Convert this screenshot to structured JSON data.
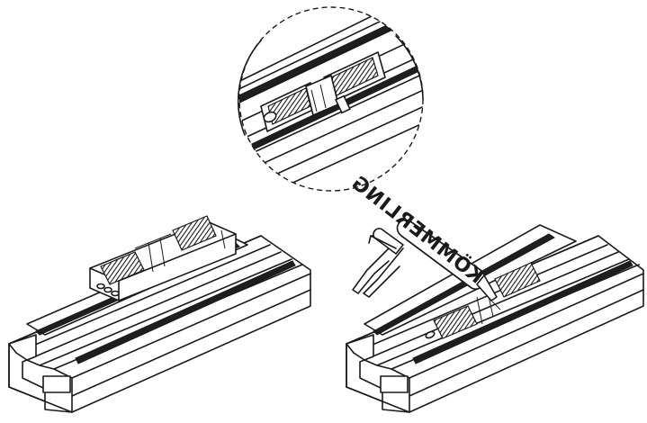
{
  "tube": {
    "brand_label": "KÖMMERLING"
  },
  "colors": {
    "line": "#1a1a1a",
    "background": "#ffffff",
    "seal": "#1e1e1e"
  },
  "icons": [
    "detail-magnifier-circle",
    "window-profile-with-connector",
    "window-profile-with-adhesive-gun"
  ]
}
